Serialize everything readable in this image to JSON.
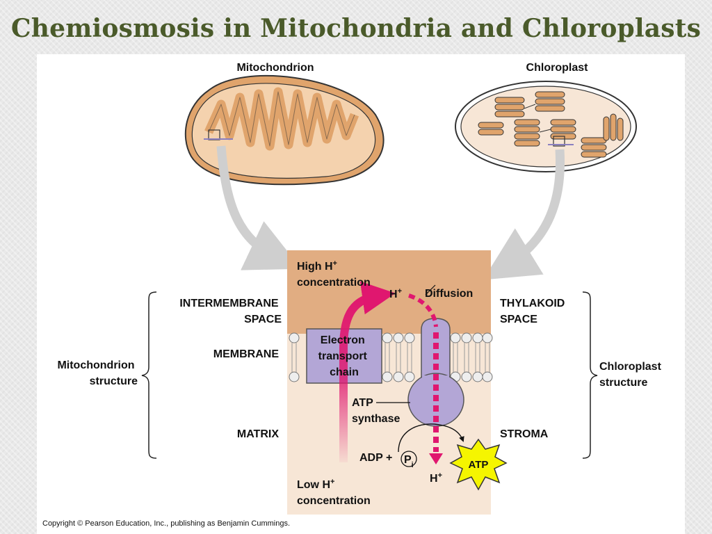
{
  "title": "Chemiosmosis in Mitochondria and Chloroplasts",
  "organelles": {
    "mitochondrion": "Mitochondrion",
    "chloroplast": "Chloroplast"
  },
  "zones": {
    "high_h": [
      "High H",
      "concentration"
    ],
    "low_h": [
      "Low H",
      "concentration"
    ],
    "h_plus_top": "H",
    "h_plus_bottom": "H",
    "superscript_plus": "+",
    "diffusion": "Diffusion",
    "etc": [
      "Electron",
      "transport",
      "chain"
    ],
    "atp_synthase": [
      "ATP",
      "synthase"
    ],
    "adp": "ADP +",
    "pi": "P",
    "pi_sub": "i",
    "atp": "ATP"
  },
  "left_labels": {
    "intermembrane": [
      "INTERMEMBRANE",
      "SPACE"
    ],
    "membrane": "MEMBRANE",
    "matrix": "MATRIX",
    "structure": [
      "Mitochondrion",
      "structure"
    ]
  },
  "right_labels": {
    "thylakoid": [
      "THYLAKOID",
      "SPACE"
    ],
    "stroma": "STROMA",
    "structure": [
      "Chloroplast",
      "structure"
    ]
  },
  "copyright": "Copyright © Pearson Education, Inc., publishing as Benjamin Cummings.",
  "colors": {
    "title": "#4a5a2a",
    "high_zone": "#e1ad82",
    "low_zone": "#f7e6d6",
    "protein": "#b3a6d6",
    "proton_arrow": "#e0176f",
    "atp_star": "#f5f500",
    "organelle": "#e4b07f"
  }
}
